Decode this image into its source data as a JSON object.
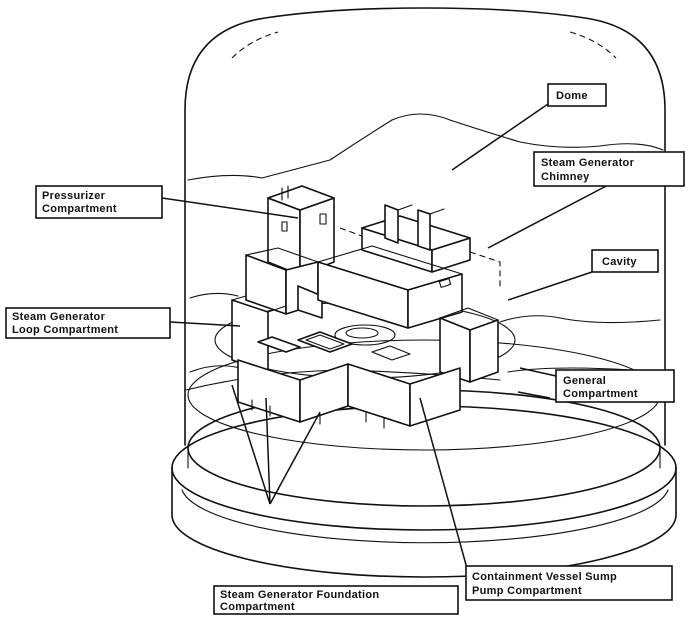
{
  "labels": {
    "dome": "Dome",
    "sg_chimney_1": "Steam  Generator",
    "sg_chimney_2": "Chimney",
    "pressurizer_1": "Pressurizer",
    "pressurizer_2": "Compartment",
    "cavity": "Cavity",
    "sg_loop_1": "Steam Generator",
    "sg_loop_2": "Loop Compartment",
    "general_1": "General",
    "general_2": "Compartment",
    "sump_1": "Containment Vessel Sump",
    "sump_2": "Pump Compartment",
    "sg_foundation_1": "Steam Generator Foundation",
    "sg_foundation_2": "Compartment"
  }
}
